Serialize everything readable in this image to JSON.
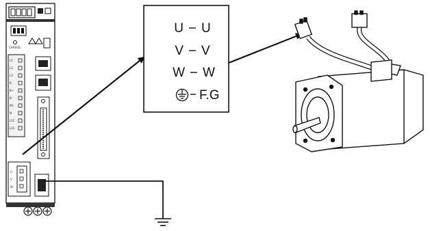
{
  "drive": {
    "charge_label": "CHARGE",
    "left_terminal_labels": [
      "L1",
      "L2",
      "L3",
      "B",
      "B+",
      "B-",
      "PO",
      "N",
      "L1C",
      "L2C"
    ],
    "uvw_labels": [
      "U",
      "V",
      "W"
    ]
  },
  "wiring_box": {
    "rows": [
      {
        "left": "U",
        "right": "U"
      },
      {
        "left": "V",
        "right": "V"
      },
      {
        "left": "W",
        "right": "W"
      },
      {
        "left": "",
        "right": "F.G"
      }
    ]
  },
  "colors": {
    "line": "#111111",
    "background": "#ffffff",
    "panel": "#f2f2f2"
  }
}
